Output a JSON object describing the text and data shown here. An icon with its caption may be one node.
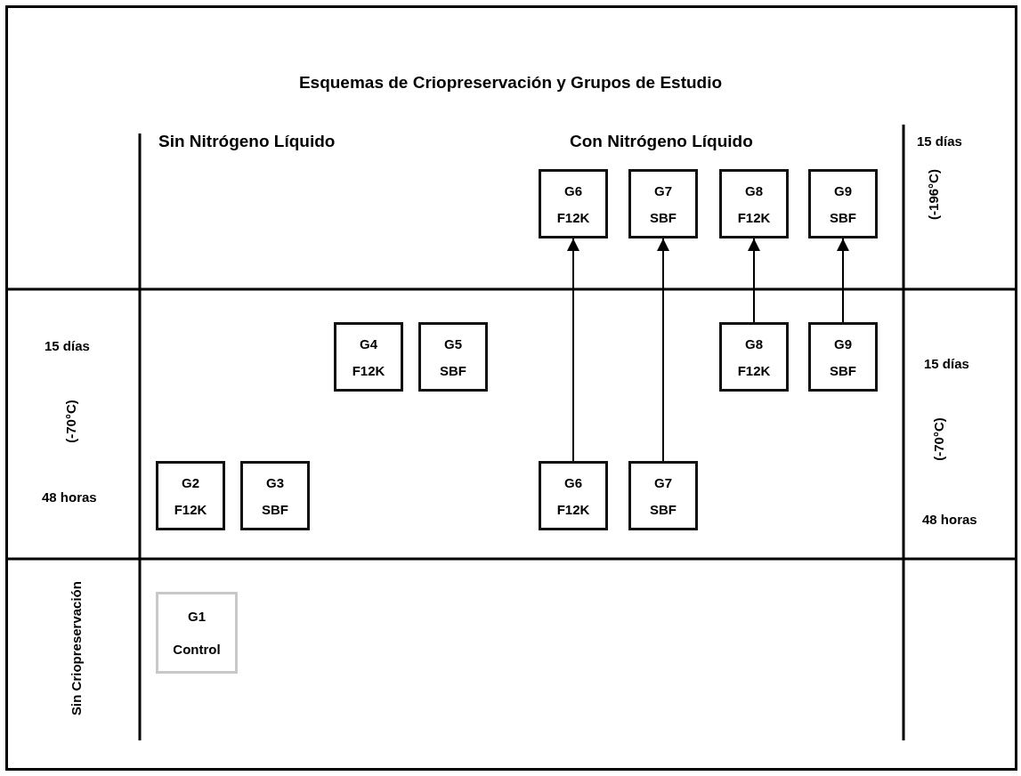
{
  "diagram": {
    "title": "Esquemas de Criopreservación y Grupos de Estudio",
    "nodes": [
      {
        "text": [
          "G6",
          "F12K"
        ]
      },
      {
        "text": [
          "G7",
          "SBF"
        ]
      },
      {
        "text": [
          "G8",
          "F12K"
        ]
      },
      {
        "text": [
          "G9",
          "SBF"
        ]
      },
      {
        "text": [
          "G4",
          "F12K"
        ]
      },
      {
        "text": [
          "G5",
          "SBF"
        ]
      },
      {
        "text": [
          "G8",
          "F12K"
        ]
      },
      {
        "text": [
          "G9",
          "SBF"
        ]
      },
      {
        "text": [
          "G2",
          "F12K"
        ]
      },
      {
        "text": [
          "G3",
          "SBF"
        ]
      },
      {
        "text": [
          "G6",
          "F12K"
        ]
      },
      {
        "text": [
          "G7",
          "SBF"
        ]
      },
      {
        "text": [
          "G1",
          "Control"
        ]
      }
    ],
    "edges": [
      {
        "from": 10,
        "to": 0,
        "arrow": "to"
      },
      {
        "from": 11,
        "to": 1,
        "arrow": "to"
      },
      {
        "from": 6,
        "to": 2,
        "arrow": "to"
      },
      {
        "from": 7,
        "to": 3,
        "arrow": "to"
      }
    ],
    "labels": [
      "Sin Nitrógeno Líquido",
      "Con Nitrógeno Líquido",
      "15 días",
      "(-196°C)",
      "15 días",
      "15 días",
      "(-70°C)",
      "(-70°C)",
      "48 horas",
      "48 horas",
      "Sin Criopreservación"
    ]
  }
}
